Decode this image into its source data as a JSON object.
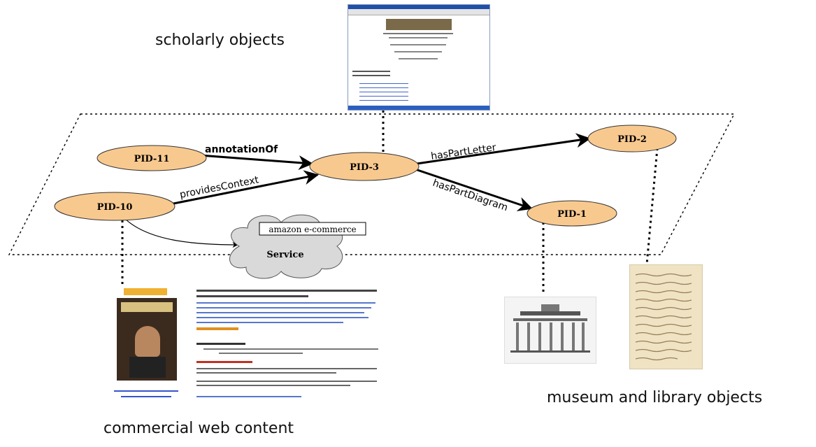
{
  "labels": {
    "scholarly": "scholarly objects",
    "museum": "museum and library objects",
    "commercial": "commercial web content"
  },
  "nodes": {
    "pid11": "PID-11",
    "pid10": "PID-10",
    "pid3": "PID-3",
    "pid2": "PID-2",
    "pid1": "PID-1"
  },
  "edges": {
    "annotation_of": "annotationOf",
    "provides_context": "providesContext",
    "has_part_letter": "hasPartLetter",
    "has_part_diagram": "hasPartDiagram"
  },
  "service": {
    "label": "Service",
    "tag": "amazon e-commerce"
  },
  "colors": {
    "node_fill": "#f8c98f",
    "node_stroke": "#333333",
    "cloud_fill": "#d9d9d9"
  }
}
